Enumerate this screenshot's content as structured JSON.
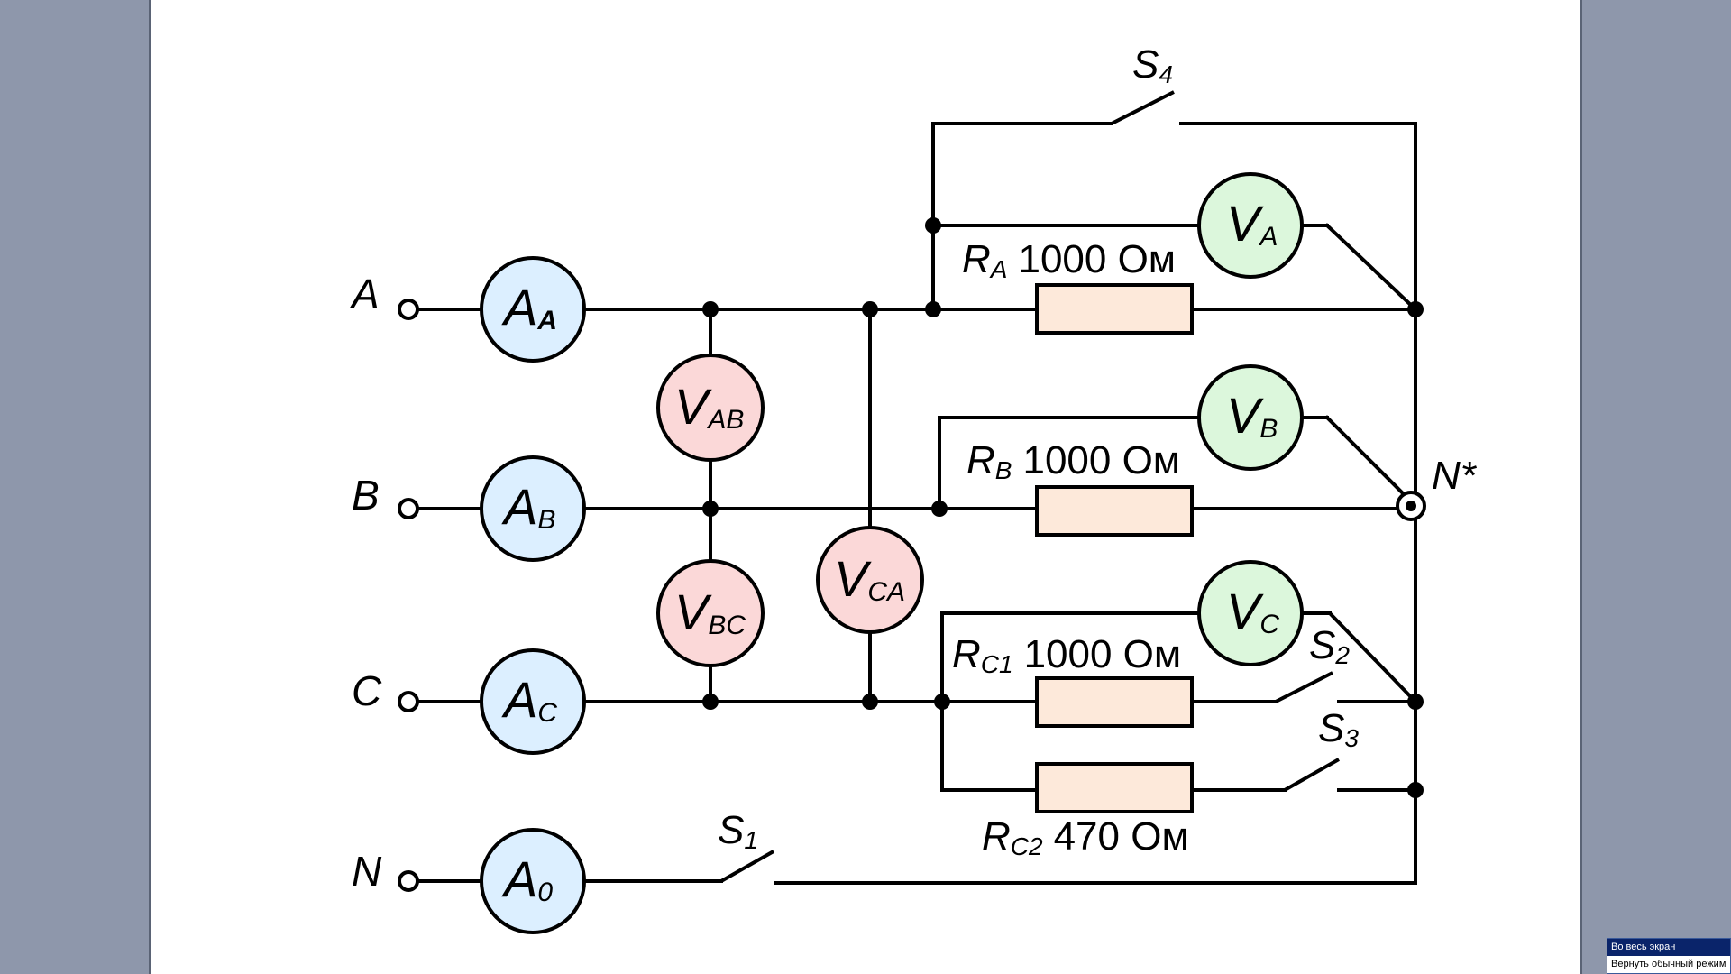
{
  "colors": {
    "background": "#8e97ab",
    "canvas": "#ffffff",
    "ammeter": "#dcefff",
    "line_voltmeter": "#fbd8d8",
    "phase_voltmeter": "#dcf7dc",
    "resistor": "#fde9da",
    "wire": "#000000"
  },
  "terminals": {
    "A": "A",
    "B": "B",
    "C": "C",
    "N": "N"
  },
  "ammeters": {
    "AA": {
      "main": "A",
      "sub": "A"
    },
    "AB": {
      "main": "A",
      "sub": "B"
    },
    "AC": {
      "main": "A",
      "sub": "C"
    },
    "A0": {
      "main": "A",
      "sub": "0"
    }
  },
  "line_voltmeters": {
    "VAB": {
      "main": "V",
      "sub": "AB"
    },
    "VBC": {
      "main": "V",
      "sub": "BC"
    },
    "VCA": {
      "main": "V",
      "sub": "CA"
    }
  },
  "phase_voltmeters": {
    "VA": {
      "main": "V",
      "sub": "A"
    },
    "VB": {
      "main": "V",
      "sub": "B"
    },
    "VC": {
      "main": "V",
      "sub": "C"
    }
  },
  "resistors": {
    "RA": {
      "main": "R",
      "sub": "A",
      "value": "1000 Ом"
    },
    "RB": {
      "main": "R",
      "sub": "B",
      "value": "1000 Ом"
    },
    "RC1": {
      "main": "R",
      "sub": "C1",
      "value": "1000 Ом"
    },
    "RC2": {
      "main": "R",
      "sub": "C2",
      "value": "470 Ом"
    }
  },
  "switches": {
    "S1": {
      "main": "S",
      "sub": "1"
    },
    "S2": {
      "main": "S",
      "sub": "2"
    },
    "S3": {
      "main": "S",
      "sub": "3"
    },
    "S4": {
      "main": "S",
      "sub": "4"
    }
  },
  "neutral_node": {
    "label": "N*"
  },
  "popup_menu": {
    "items": [
      "Во весь экран",
      "Вернуть обычный режим"
    ]
  }
}
